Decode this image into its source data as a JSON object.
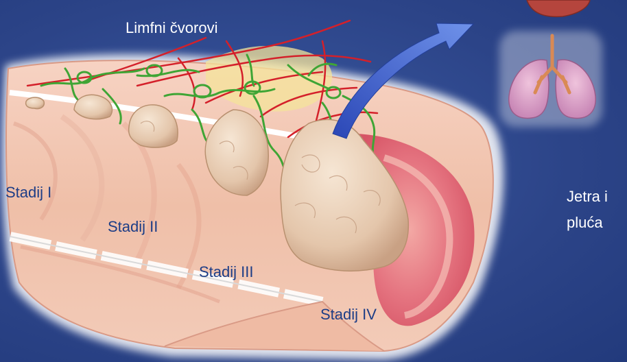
{
  "labels": {
    "lymph_nodes": "Limfni čvorovi",
    "liver_lungs_line1": "Jetra i",
    "liver_lungs_line2": "pluća",
    "stage_1": "Stadij I",
    "stage_2": "Stadij II",
    "stage_3": "Stadij III",
    "stage_4": "Stadij IV"
  },
  "icons": [
    "liver-icon",
    "lungs-icon",
    "metastasis-arrow-icon",
    "tumor-icon",
    "lymph-node-icon"
  ],
  "colors": {
    "background": "#2c4488",
    "colon_wall": "#f2c4b0",
    "colon_mucosa": "#e97f8a",
    "tumor": "#ead0b8",
    "blood_vessels": "#d4202a",
    "lymphatics": "#3fa535",
    "fat": "#f4e39a",
    "arrow": "#3a5fd0",
    "lungs": "#d79ac4"
  }
}
